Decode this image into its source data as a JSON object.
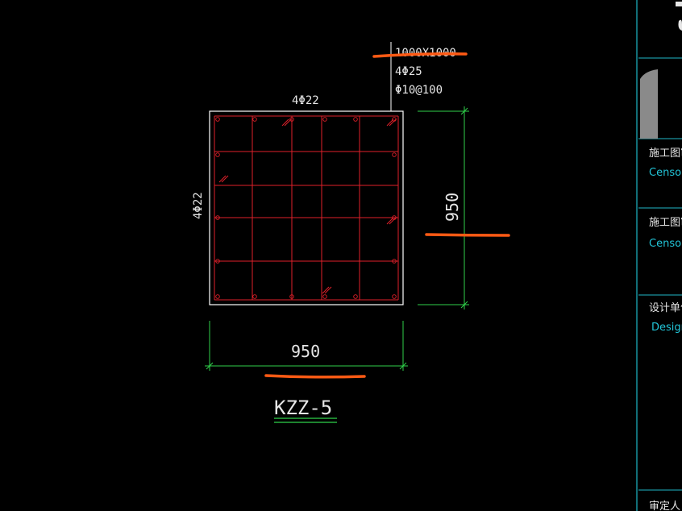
{
  "drawing": {
    "column_label": "KZZ-5",
    "section_size": "1000X1000",
    "main_rebar": "4Φ25",
    "stirrup": "Φ10@100",
    "top_rebar": "4Φ22",
    "side_rebar": "4Φ22",
    "dim_width": "950",
    "dim_height": "950"
  },
  "title_block": {
    "row1_zh": "施工图审",
    "row1_en": "Censo",
    "row2_zh": "施工图审",
    "row2_en": "Censo",
    "row3_zh": "设计单位",
    "row3_en": "Design",
    "row4_zh": "审定人"
  },
  "colors": {
    "background": "#000000",
    "outline": "#ffffff",
    "rebar": "#e0202a",
    "dimension": "#2fd14a",
    "leader": "#ffffff",
    "title_block_border": "#1fb8c8",
    "text": "#e6e6e6",
    "english_text": "#22c5d8",
    "annotation_marker": "#ff5a14",
    "label_underline": "#2fd14a"
  }
}
